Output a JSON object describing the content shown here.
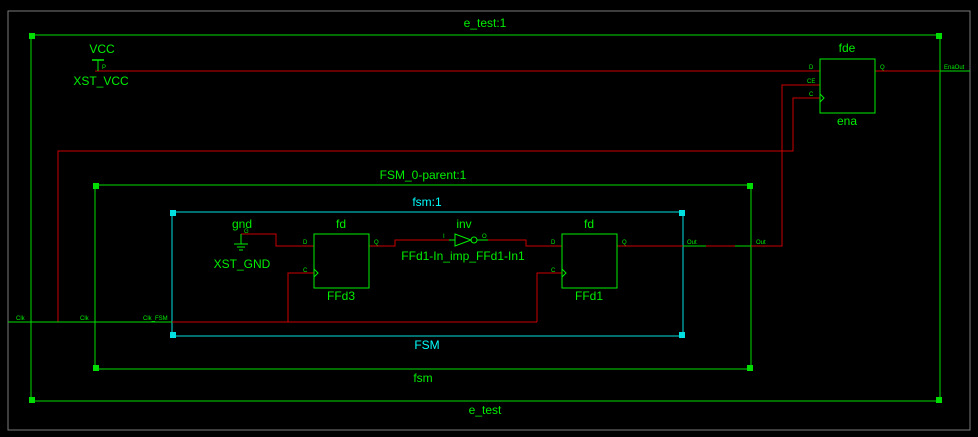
{
  "colors": {
    "background": "#000000",
    "outer_frame": "#7a7a7a",
    "level_box": "#00dd00",
    "fsm_box": "#00e0e0",
    "wire": "#cc0000",
    "component": "#00ee00",
    "label": "#00ee00",
    "fsm_label": "#00ffff"
  },
  "blocks": {
    "e_test_top": "e_test:1",
    "e_test_bottom": "e_test",
    "fsm_parent_top": "FSM_0-parent:1",
    "fsm_parent_bottom": "fsm",
    "fsm_top": "fsm:1",
    "fsm_bottom": "FSM"
  },
  "components": {
    "vcc": {
      "type": "VCC",
      "name": "XST_VCC",
      "pin": "P"
    },
    "gnd": {
      "type": "gnd",
      "name": "XST_GND",
      "pin": "G"
    },
    "ffd3": {
      "type": "fd",
      "name": "FFd3",
      "pins": {
        "d": "D",
        "c": "C",
        "q": "Q"
      }
    },
    "inv": {
      "type": "inv",
      "name": "FFd1-In_imp_FFd1-In1",
      "pins": {
        "i": "I",
        "o": "O"
      }
    },
    "ffd1": {
      "type": "fd",
      "name": "FFd1",
      "pins": {
        "d": "D",
        "c": "C",
        "q": "Q"
      }
    },
    "ena": {
      "type": "fde",
      "name": "ena",
      "pins": {
        "d": "D",
        "ce": "CE",
        "c": "C",
        "q": "Q"
      }
    }
  },
  "ports": {
    "clk_outer": "Clk",
    "clk_inner": "Clk",
    "clk_fsm": "Clk_FSM",
    "out_fsm": "Out",
    "out_parent": "Out",
    "ena_out": "EnaOut"
  }
}
